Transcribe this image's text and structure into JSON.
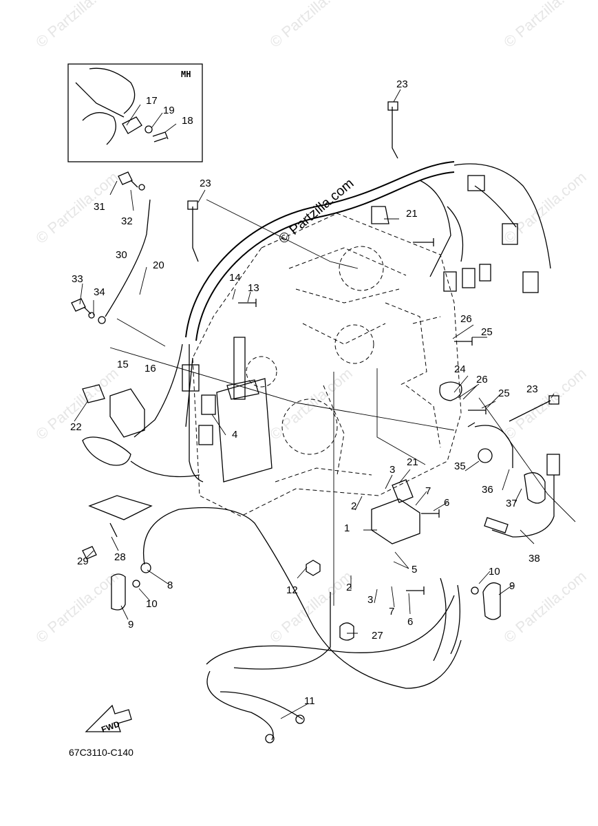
{
  "watermark": {
    "text": "© Partzilla.com",
    "center_text": "© Partzilla.com"
  },
  "inset": {
    "label": "MH"
  },
  "diagram_code": "67C3110-C140",
  "fwd_label": "FWD",
  "callouts": [
    {
      "n": "1"
    },
    {
      "n": "2"
    },
    {
      "n": "2"
    },
    {
      "n": "3"
    },
    {
      "n": "3"
    },
    {
      "n": "4"
    },
    {
      "n": "5"
    },
    {
      "n": "6"
    },
    {
      "n": "6"
    },
    {
      "n": "7"
    },
    {
      "n": "7"
    },
    {
      "n": "8"
    },
    {
      "n": "9"
    },
    {
      "n": "9"
    },
    {
      "n": "10"
    },
    {
      "n": "10"
    },
    {
      "n": "11"
    },
    {
      "n": "12"
    },
    {
      "n": "13"
    },
    {
      "n": "14"
    },
    {
      "n": "15"
    },
    {
      "n": "16"
    },
    {
      "n": "17"
    },
    {
      "n": "18"
    },
    {
      "n": "19"
    },
    {
      "n": "20"
    },
    {
      "n": "21"
    },
    {
      "n": "21"
    },
    {
      "n": "22"
    },
    {
      "n": "23"
    },
    {
      "n": "23"
    },
    {
      "n": "23"
    },
    {
      "n": "24"
    },
    {
      "n": "25"
    },
    {
      "n": "25"
    },
    {
      "n": "26"
    },
    {
      "n": "26"
    },
    {
      "n": "27"
    },
    {
      "n": "28"
    },
    {
      "n": "29"
    },
    {
      "n": "30"
    },
    {
      "n": "31"
    },
    {
      "n": "32"
    },
    {
      "n": "33"
    },
    {
      "n": "34"
    },
    {
      "n": "35"
    },
    {
      "n": "36"
    },
    {
      "n": "37"
    },
    {
      "n": "38"
    }
  ]
}
